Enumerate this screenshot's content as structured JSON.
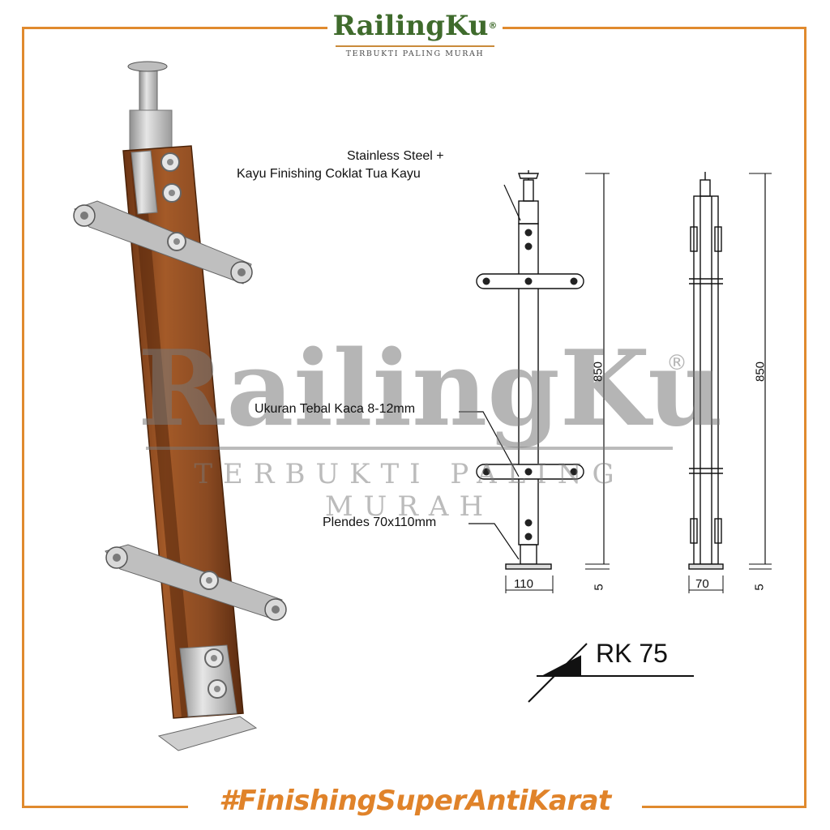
{
  "brand": {
    "name": "RailingKu",
    "registered": "®",
    "tagline": "TERBUKTI PALING MURAH"
  },
  "watermark": {
    "name": "RailingKu",
    "registered": "®",
    "tagline": "TERBUKTI PALING MURAH"
  },
  "annotations": {
    "material_line1": "Stainless Steel +",
    "material_line2": "Kayu Finishing Coklat Tua Kayu",
    "glass_thickness": "Ukuran Tebal Kaca 8-12mm",
    "base_plate": "Plendes 70x110mm"
  },
  "dimensions": {
    "front_height": "850",
    "side_height": "850",
    "front_base": "5",
    "side_base": "5",
    "front_width": "110",
    "side_width": "70"
  },
  "model": "RK 75",
  "footer": "#FinishingSuperAntiKarat",
  "colors": {
    "frame": "#e08a2e",
    "brand_green": "#3f6b2c",
    "footer": "#e0832a",
    "wood": "#8a4a22"
  }
}
